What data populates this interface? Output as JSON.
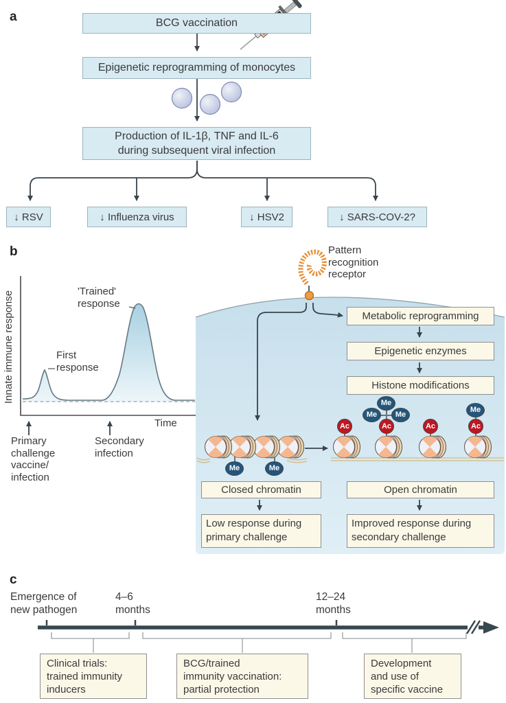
{
  "panel_a": {
    "label": "a",
    "box_bcg": "BCG vaccination",
    "box_epigenetic": "Epigenetic reprogramming of monocytes",
    "box_production": "Production of IL-1β, TNF and IL-6\nduring subsequent viral infection",
    "outcomes": [
      "↓ RSV",
      "↓ Influenza virus",
      "↓ HSV2",
      "↓ SARS-COV-2?"
    ]
  },
  "panel_b": {
    "label": "b",
    "y_axis": "Innate immune response",
    "x_axis": "Time",
    "first_response": "First\nresponse",
    "trained_response": "'Trained'\nresponse",
    "primary_label": "Primary\nchallenge\nvaccine/\ninfection",
    "secondary_label": "Secondary\ninfection",
    "receptor_label": "Pattern\nrecognition\nreceptor",
    "cascade": [
      "Metabolic reprogramming",
      "Epigenetic enzymes",
      "Histone modifications"
    ],
    "closed_chromatin": "Closed chromatin",
    "open_chromatin": "Open chromatin",
    "low_response": "Low response during\nprimary challenge",
    "improved_response": "Improved response during\nsecondary challenge",
    "me": "Me",
    "ac": "Ac"
  },
  "panel_c": {
    "label": "c",
    "milestones": [
      "Emergence of\nnew pathogen",
      "4–6\nmonths",
      "12–24\nmonths"
    ],
    "boxes": [
      "Clinical trials:\ntrained immunity\ninducers",
      "BCG/trained\nimmunity vaccination:\npartial protection",
      "Development\nand use of\nspecific vaccine"
    ]
  },
  "colors": {
    "box_blue": "#d8eaf2",
    "box_cream": "#fbf8e8",
    "me_blue": "#25567a",
    "ac_red": "#bf1722",
    "cell_blue": "#cbe1ed",
    "receptor_orange": "#e8923b",
    "timeline_dark": "#37474f"
  }
}
